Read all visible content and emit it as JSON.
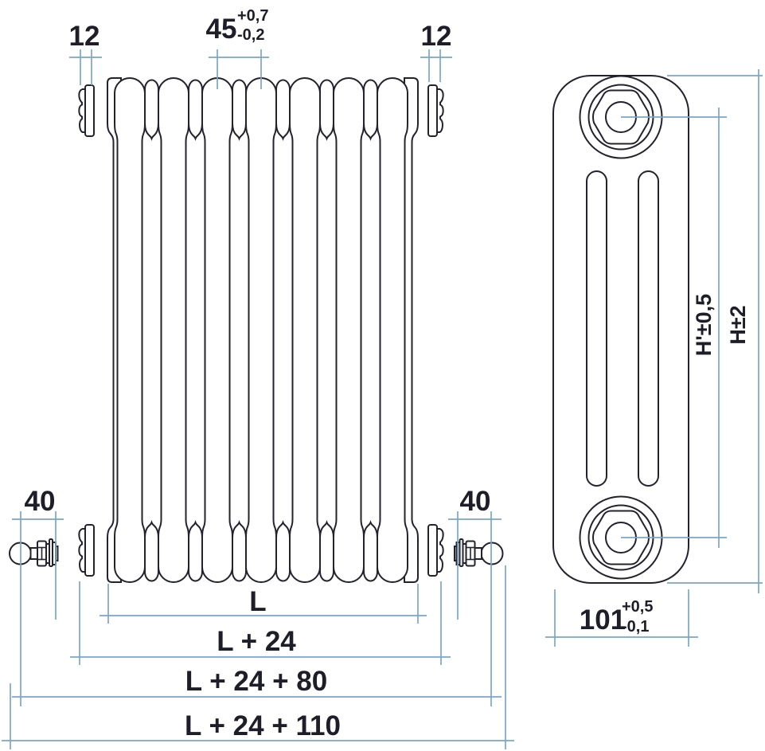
{
  "drawing": {
    "front_view": {
      "dim_bushing_left": "12",
      "dim_bushing_right": "12",
      "dim_section_pitch": "45",
      "dim_section_pitch_tol_plus": "+0,7",
      "dim_section_pitch_tol_minus": "-0,2",
      "dim_valve_left": "40",
      "dim_valve_right": "40",
      "dim_length": "L",
      "dim_length_with_bushings": "L + 24",
      "dim_length_with_valves": "L + 24 + 80",
      "dim_length_overall": "L + 24 + 110",
      "section_count": 7
    },
    "side_view": {
      "dim_height_centers": "H'±0,5",
      "dim_height_overall": "H±2",
      "dim_depth": "101",
      "dim_depth_tol_plus": "+0,5",
      "dim_depth_tol_minus": "-0,1"
    },
    "colors": {
      "outline": "#23232d",
      "dimension_line": "#7aa6c8",
      "background": "#ffffff"
    }
  }
}
